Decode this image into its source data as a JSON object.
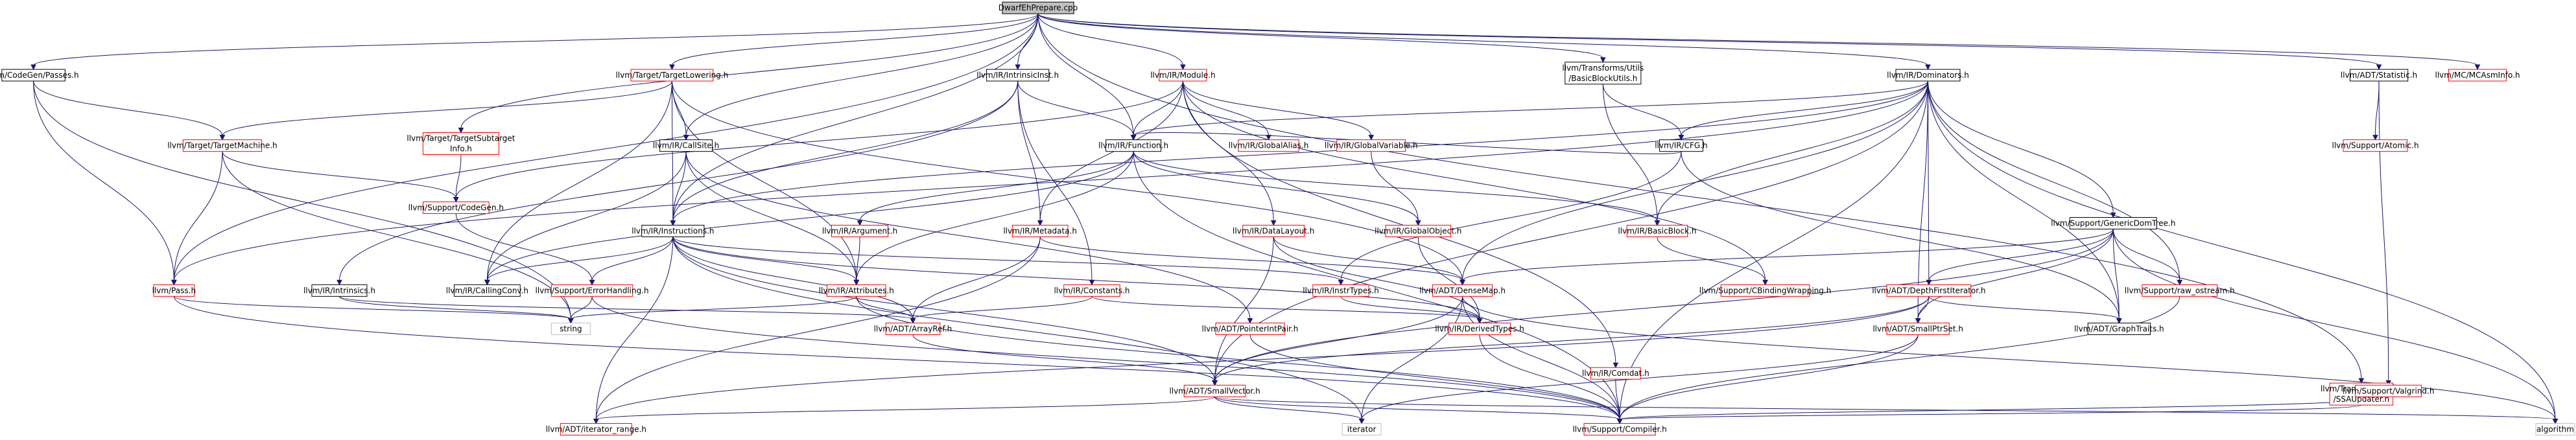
{
  "colors": {
    "edge": "#191970",
    "root_fill": "#bfbfbf",
    "node_fill": "#ffffff",
    "node_border_black": "#000000",
    "node_border_red": "#ff0000",
    "node_border_gray": "#bfbfbf"
  },
  "nodes": [
    {
      "id": "root",
      "lines": [
        "DwarfEhPrepare.cpp"
      ],
      "style": "root"
    },
    {
      "id": "codegenpasses",
      "lines": [
        "llvm/CodeGen/Passes.h"
      ],
      "style": "black"
    },
    {
      "id": "targetlowering",
      "lines": [
        "llvm/Target/TargetLowering.h"
      ],
      "style": "red"
    },
    {
      "id": "intrinsicinst",
      "lines": [
        "llvm/IR/IntrinsicInst.h"
      ],
      "style": "black"
    },
    {
      "id": "module",
      "lines": [
        "llvm/IR/Module.h"
      ],
      "style": "red"
    },
    {
      "id": "basicblockutils",
      "lines": [
        "llvm/Transforms/Utils",
        "/BasicBlockUtils.h"
      ],
      "style": "black"
    },
    {
      "id": "dominators",
      "lines": [
        "llvm/IR/Dominators.h"
      ],
      "style": "black"
    },
    {
      "id": "statistic",
      "lines": [
        "llvm/ADT/Statistic.h"
      ],
      "style": "black"
    },
    {
      "id": "mcasminfo",
      "lines": [
        "llvm/MC/MCAsmInfo.h"
      ],
      "style": "red"
    },
    {
      "id": "targetmachine",
      "lines": [
        "llvm/Target/TargetMachine.h"
      ],
      "style": "red"
    },
    {
      "id": "callsite",
      "lines": [
        "llvm/IR/CallSite.h"
      ],
      "style": "black"
    },
    {
      "id": "function",
      "lines": [
        "llvm/IR/Function.h"
      ],
      "style": "black"
    },
    {
      "id": "globalalias",
      "lines": [
        "llvm/IR/GlobalAlias.h"
      ],
      "style": "red"
    },
    {
      "id": "globalvariable",
      "lines": [
        "llvm/IR/GlobalVariable.h"
      ],
      "style": "red"
    },
    {
      "id": "cfg",
      "lines": [
        "llvm/IR/CFG.h"
      ],
      "style": "black"
    },
    {
      "id": "atomic",
      "lines": [
        "llvm/Support/Atomic.h"
      ],
      "style": "red"
    },
    {
      "id": "targetsubtarget",
      "lines": [
        "llvm/Target/TargetSubtarget",
        "Info.h"
      ],
      "style": "red"
    },
    {
      "id": "supportcodegen",
      "lines": [
        "llvm/Support/CodeGen.h"
      ],
      "style": "red"
    },
    {
      "id": "instructions",
      "lines": [
        "llvm/IR/Instructions.h"
      ],
      "style": "black"
    },
    {
      "id": "argument",
      "lines": [
        "llvm/IR/Argument.h"
      ],
      "style": "red"
    },
    {
      "id": "metadata",
      "lines": [
        "llvm/IR/Metadata.h"
      ],
      "style": "red"
    },
    {
      "id": "datalayout",
      "lines": [
        "llvm/IR/DataLayout.h"
      ],
      "style": "red"
    },
    {
      "id": "globalobject",
      "lines": [
        "llvm/IR/GlobalObject.h"
      ],
      "style": "red"
    },
    {
      "id": "basicblock",
      "lines": [
        "llvm/IR/BasicBlock.h"
      ],
      "style": "red"
    },
    {
      "id": "genericdomtree",
      "lines": [
        "llvm/Support/GenericDomTree.h"
      ],
      "style": "black"
    },
    {
      "id": "pass",
      "lines": [
        "llvm/Pass.h"
      ],
      "style": "red"
    },
    {
      "id": "intrinsics",
      "lines": [
        "llvm/IR/Intrinsics.h"
      ],
      "style": "black"
    },
    {
      "id": "callingconv",
      "lines": [
        "llvm/IR/CallingConv.h"
      ],
      "style": "black"
    },
    {
      "id": "errorhandling",
      "lines": [
        "llvm/Support/ErrorHandling.h"
      ],
      "style": "red"
    },
    {
      "id": "attributes",
      "lines": [
        "llvm/IR/Attributes.h"
      ],
      "style": "red"
    },
    {
      "id": "constants",
      "lines": [
        "llvm/IR/Constants.h"
      ],
      "style": "red"
    },
    {
      "id": "instrtypes",
      "lines": [
        "llvm/IR/InstrTypes.h"
      ],
      "style": "red"
    },
    {
      "id": "densemap",
      "lines": [
        "llvm/ADT/DenseMap.h"
      ],
      "style": "red"
    },
    {
      "id": "cbindingwrapping",
      "lines": [
        "llvm/Support/CBindingWrapping.h"
      ],
      "style": "red"
    },
    {
      "id": "depthfirstiterator",
      "lines": [
        "llvm/ADT/DepthFirstIterator.h"
      ],
      "style": "red"
    },
    {
      "id": "raw_ostream",
      "lines": [
        "llvm/Support/raw_ostream.h"
      ],
      "style": "red"
    },
    {
      "id": "string",
      "lines": [
        "string"
      ],
      "style": "gray"
    },
    {
      "id": "arrayref",
      "lines": [
        "llvm/ADT/ArrayRef.h"
      ],
      "style": "red"
    },
    {
      "id": "pointerintpair",
      "lines": [
        "llvm/ADT/PointerIntPair.h"
      ],
      "style": "red"
    },
    {
      "id": "derivedtypes",
      "lines": [
        "llvm/IR/DerivedTypes.h"
      ],
      "style": "red"
    },
    {
      "id": "smallptrset",
      "lines": [
        "llvm/ADT/SmallPtrSet.h"
      ],
      "style": "red"
    },
    {
      "id": "graphtraits",
      "lines": [
        "llvm/ADT/GraphTraits.h"
      ],
      "style": "black"
    },
    {
      "id": "comdat",
      "lines": [
        "llvm/IR/Comdat.h"
      ],
      "style": "red"
    },
    {
      "id": "smallvector",
      "lines": [
        "llvm/ADT/SmallVector.h"
      ],
      "style": "red"
    },
    {
      "id": "ssaupdater",
      "lines": [
        "llvm/Transforms/Utils",
        "/SSAUpdater.h"
      ],
      "style": "red"
    },
    {
      "id": "valgrind",
      "lines": [
        "llvm/Support/Valgrind.h"
      ],
      "style": "red"
    },
    {
      "id": "iterator_range",
      "lines": [
        "llvm/ADT/iterator_range.h"
      ],
      "style": "red"
    },
    {
      "id": "iterator",
      "lines": [
        "iterator"
      ],
      "style": "gray"
    },
    {
      "id": "compiler",
      "lines": [
        "llvm/Support/Compiler.h"
      ],
      "style": "red"
    },
    {
      "id": "algorithm",
      "lines": [
        "algorithm"
      ],
      "style": "gray"
    }
  ],
  "edges": [
    [
      "root",
      "codegenpasses"
    ],
    [
      "root",
      "targetlowering"
    ],
    [
      "root",
      "intrinsicinst"
    ],
    [
      "root",
      "module"
    ],
    [
      "root",
      "basicblockutils"
    ],
    [
      "root",
      "dominators"
    ],
    [
      "root",
      "statistic"
    ],
    [
      "root",
      "mcasminfo"
    ],
    [
      "root",
      "function"
    ],
    [
      "root",
      "instructions"
    ],
    [
      "root",
      "callsite"
    ],
    [
      "root",
      "targetsubtarget"
    ],
    [
      "root",
      "pass"
    ],
    [
      "root",
      "ssaupdater"
    ],
    [
      "codegenpasses",
      "targetmachine"
    ],
    [
      "codegenpasses",
      "pass"
    ],
    [
      "codegenpasses",
      "string"
    ],
    [
      "targetlowering",
      "targetmachine"
    ],
    [
      "targetlowering",
      "callsite"
    ],
    [
      "targetlowering",
      "instructions"
    ],
    [
      "targetlowering",
      "attributes"
    ],
    [
      "targetlowering",
      "callingconv"
    ],
    [
      "targetlowering",
      "densemap"
    ],
    [
      "intrinsicinst",
      "function"
    ],
    [
      "intrinsicinst",
      "instructions"
    ],
    [
      "intrinsicinst",
      "intrinsics"
    ],
    [
      "intrinsicinst",
      "metadata"
    ],
    [
      "intrinsicinst",
      "constants"
    ],
    [
      "module",
      "function"
    ],
    [
      "module",
      "globalalias"
    ],
    [
      "module",
      "globalvariable"
    ],
    [
      "module",
      "metadata"
    ],
    [
      "module",
      "datalayout"
    ],
    [
      "module",
      "comdat"
    ],
    [
      "module",
      "supportcodegen"
    ],
    [
      "module",
      "cbindingwrapping"
    ],
    [
      "basicblockutils",
      "cfg"
    ],
    [
      "basicblockutils",
      "basicblock"
    ],
    [
      "dominators",
      "cfg"
    ],
    [
      "dominators",
      "function"
    ],
    [
      "dominators",
      "genericdomtree"
    ],
    [
      "dominators",
      "basicblock"
    ],
    [
      "dominators",
      "depthfirstiterator"
    ],
    [
      "dominators",
      "densemap"
    ],
    [
      "dominators",
      "smallptrset"
    ],
    [
      "dominators",
      "smallvector"
    ],
    [
      "dominators",
      "graphtraits"
    ],
    [
      "dominators",
      "raw_ostream"
    ],
    [
      "dominators",
      "algorithm"
    ],
    [
      "dominators",
      "compiler"
    ],
    [
      "dominators",
      "instructions"
    ],
    [
      "dominators",
      "pass"
    ],
    [
      "statistic",
      "atomic"
    ],
    [
      "statistic",
      "valgrind"
    ],
    [
      "targetmachine",
      "pass"
    ],
    [
      "targetmachine",
      "supportcodegen"
    ],
    [
      "targetmachine",
      "string"
    ],
    [
      "callsite",
      "instructions"
    ],
    [
      "callsite",
      "attributes"
    ],
    [
      "callsite",
      "callingconv"
    ],
    [
      "callsite",
      "pointerintpair"
    ],
    [
      "function",
      "argument"
    ],
    [
      "function",
      "attributes"
    ],
    [
      "function",
      "basicblock"
    ],
    [
      "function",
      "callingconv"
    ],
    [
      "function",
      "globalobject"
    ],
    [
      "function",
      "compiler"
    ],
    [
      "globalvariable",
      "globalobject"
    ],
    [
      "cfg",
      "function"
    ],
    [
      "cfg",
      "instrtypes"
    ],
    [
      "cfg",
      "graphtraits"
    ],
    [
      "targetsubtarget",
      "supportcodegen"
    ],
    [
      "supportcodegen",
      "errorhandling"
    ],
    [
      "instructions",
      "attributes"
    ],
    [
      "instructions",
      "callingconv"
    ],
    [
      "instructions",
      "errorhandling"
    ],
    [
      "instructions",
      "instrtypes"
    ],
    [
      "instructions",
      "arrayref"
    ],
    [
      "instructions",
      "derivedtypes"
    ],
    [
      "instructions",
      "smallvector"
    ],
    [
      "instructions",
      "iterator_range"
    ],
    [
      "instructions",
      "iterator"
    ],
    [
      "argument",
      "attributes"
    ],
    [
      "metadata",
      "arrayref"
    ],
    [
      "metadata",
      "densemap"
    ],
    [
      "metadata",
      "iterator_range"
    ],
    [
      "datalayout",
      "densemap"
    ],
    [
      "datalayout",
      "derivedtypes"
    ],
    [
      "datalayout",
      "smallvector"
    ],
    [
      "globalobject",
      "derivedtypes"
    ],
    [
      "basicblock",
      "cbindingwrapping"
    ],
    [
      "genericdomtree",
      "densemap"
    ],
    [
      "genericdomtree",
      "depthfirstiterator"
    ],
    [
      "genericdomtree",
      "graphtraits"
    ],
    [
      "genericdomtree",
      "smallptrset"
    ],
    [
      "genericdomtree",
      "smallvector"
    ],
    [
      "genericdomtree",
      "raw_ostream"
    ],
    [
      "genericdomtree",
      "algorithm"
    ],
    [
      "pass",
      "string"
    ],
    [
      "pass",
      "compiler"
    ],
    [
      "intrinsics",
      "arrayref"
    ],
    [
      "intrinsics",
      "string"
    ],
    [
      "errorhandling",
      "string"
    ],
    [
      "errorhandling",
      "compiler"
    ],
    [
      "attributes",
      "arrayref"
    ],
    [
      "attributes",
      "string"
    ],
    [
      "attributes",
      "compiler"
    ],
    [
      "constants",
      "arrayref"
    ],
    [
      "constants",
      "derivedtypes"
    ],
    [
      "instrtypes",
      "derivedtypes"
    ],
    [
      "densemap",
      "compiler"
    ],
    [
      "densemap",
      "algorithm"
    ],
    [
      "densemap",
      "iterator"
    ],
    [
      "densemap",
      "smallvector"
    ],
    [
      "depthfirstiterator",
      "smallptrset"
    ],
    [
      "depthfirstiterator",
      "graphtraits"
    ],
    [
      "depthfirstiterator",
      "iterator_range"
    ],
    [
      "depthfirstiterator",
      "smallvector"
    ],
    [
      "raw_ostream",
      "compiler"
    ],
    [
      "arrayref",
      "smallvector"
    ],
    [
      "pointerintpair",
      "compiler"
    ],
    [
      "derivedtypes",
      "compiler"
    ],
    [
      "smallptrset",
      "compiler"
    ],
    [
      "smallptrset",
      "iterator"
    ],
    [
      "comdat",
      "compiler"
    ],
    [
      "smallvector",
      "iterator_range"
    ],
    [
      "smallvector",
      "compiler"
    ],
    [
      "smallvector",
      "algorithm"
    ],
    [
      "smallvector",
      "iterator"
    ],
    [
      "ssaupdater",
      "compiler"
    ],
    [
      "valgrind",
      "compiler"
    ]
  ]
}
